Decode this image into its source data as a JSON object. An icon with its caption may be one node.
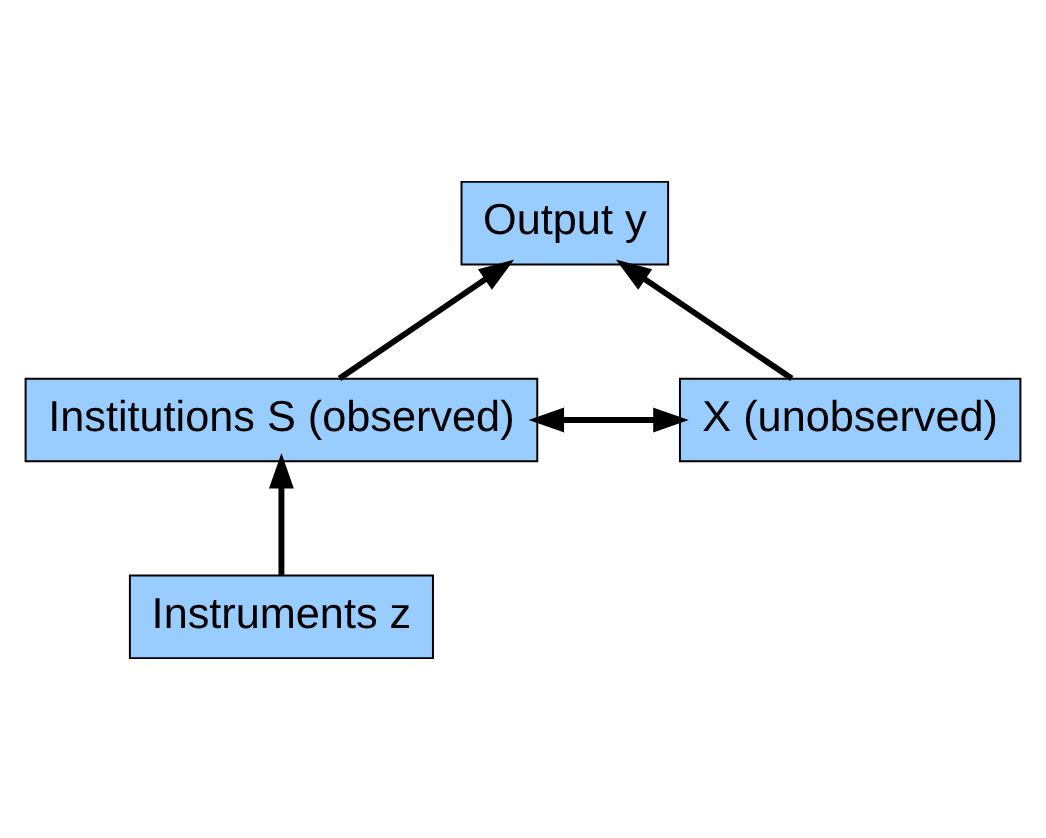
{
  "diagram": {
    "nodes": [
      {
        "text": [
          "Output y"
        ]
      },
      {
        "text": [
          "Institutions S (observed)"
        ]
      },
      {
        "text": [
          "X (unobserved)"
        ]
      },
      {
        "text": [
          "Instruments z"
        ]
      }
    ],
    "edges": [
      {
        "from": 1,
        "to": 0,
        "arrow": "to"
      },
      {
        "from": 2,
        "to": 0,
        "arrow": "to"
      },
      {
        "from": 1,
        "to": 2,
        "arrow": "both"
      },
      {
        "from": 3,
        "to": 1,
        "arrow": "to"
      }
    ]
  }
}
